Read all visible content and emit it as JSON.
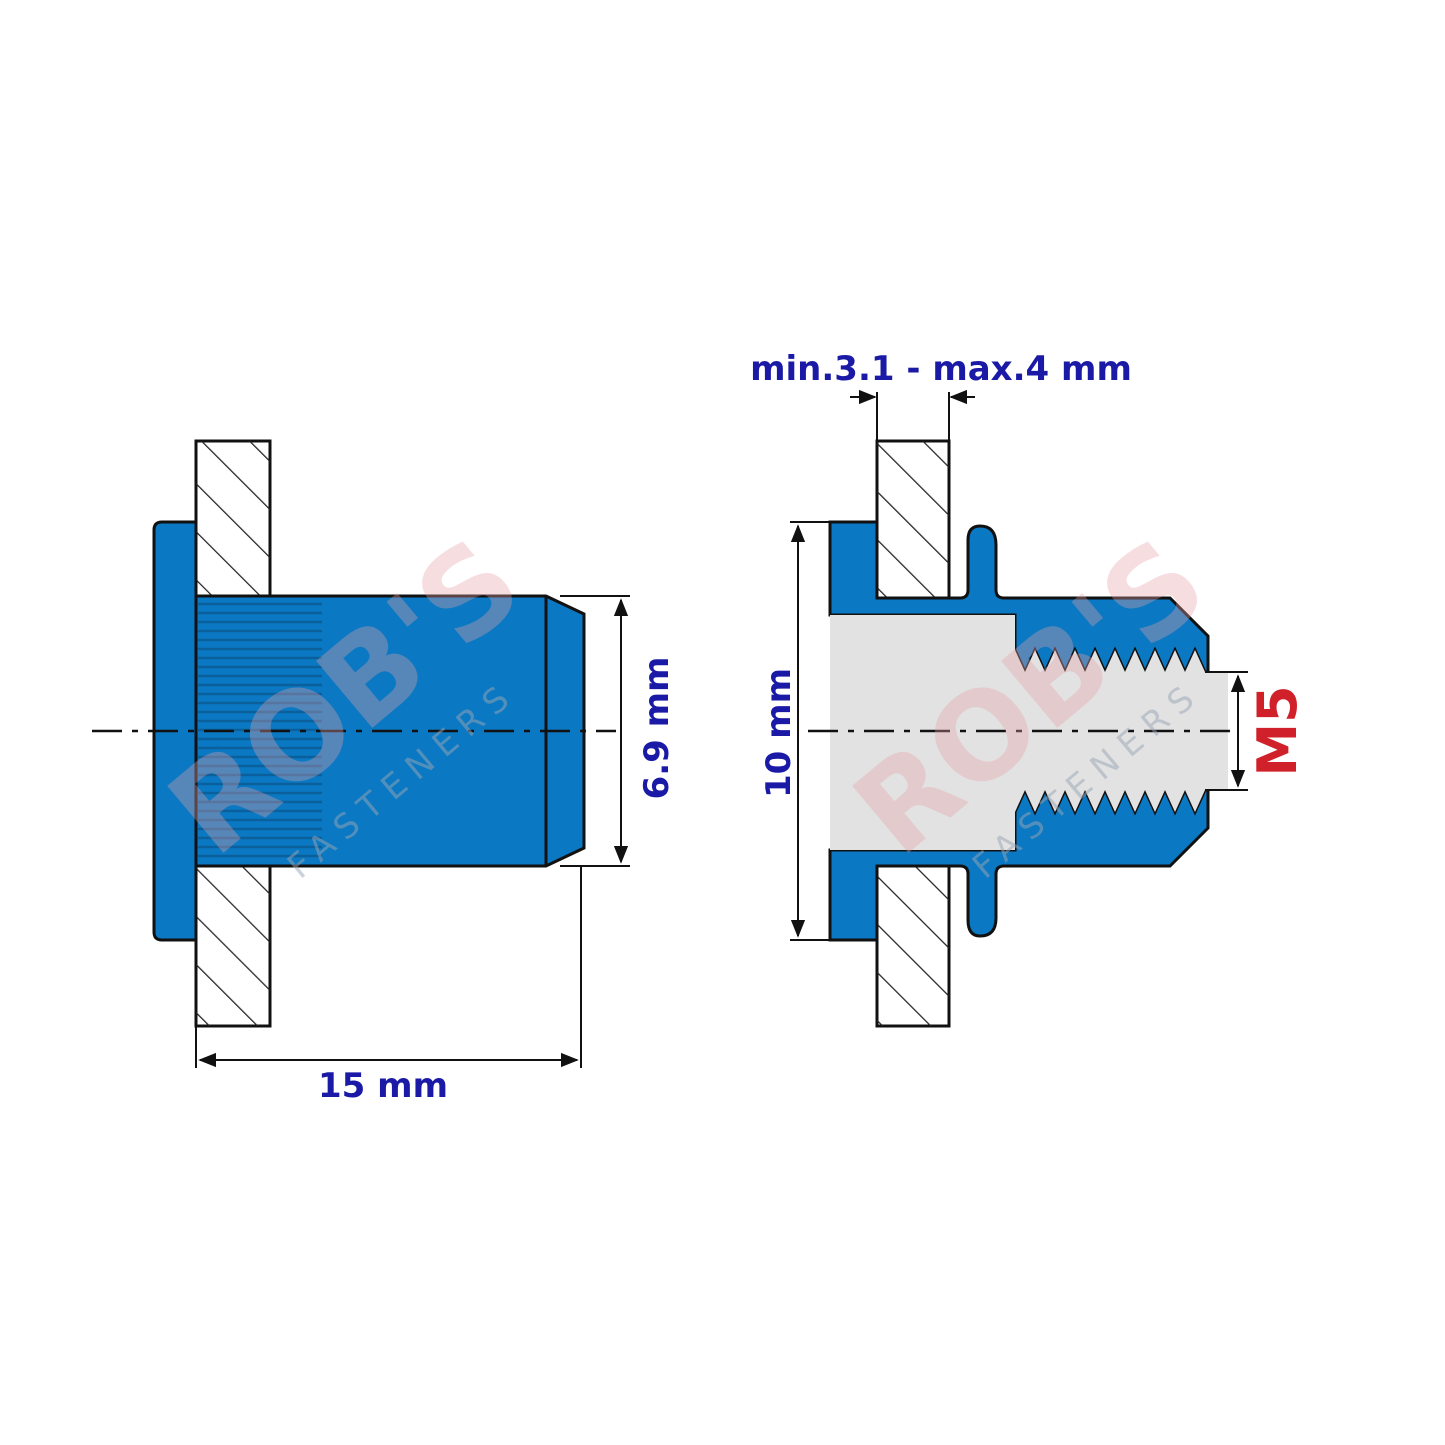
{
  "dimensions": {
    "grip_range": "min.3.1 - max.4 mm",
    "body_diameter": "6.9 mm",
    "length": "15 mm",
    "head_diameter": "10 mm",
    "thread": "M5"
  },
  "watermark": {
    "brand": "ROB'S",
    "sub": "FASTENERS"
  },
  "colors": {
    "part": "#0a78c2",
    "outline": "#111111",
    "dimension_text": "#1a1aa6",
    "thread_text": "#d0202a",
    "bore": "#e2e2e2"
  },
  "icons": [
    "hatched-plate-section",
    "knurled-rivet-nut",
    "installed-rivet-nut-section"
  ]
}
